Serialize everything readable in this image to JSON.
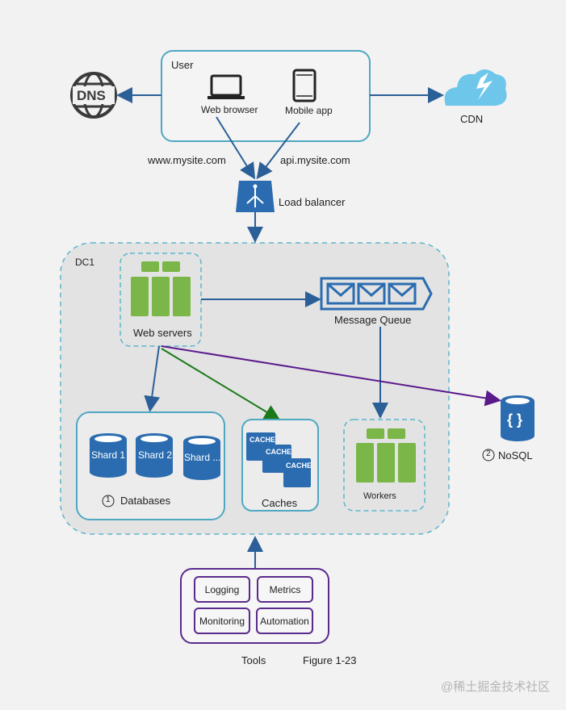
{
  "user_group": {
    "title": "User",
    "web_browser": "Web browser",
    "mobile_app": "Mobile app"
  },
  "dns": {
    "label": "DNS"
  },
  "cdn": {
    "label": "CDN"
  },
  "domains": {
    "web": "www.mysite.com",
    "api": "api.mysite.com"
  },
  "load_balancer": {
    "label": "Load balancer"
  },
  "dc": {
    "title": "DC1",
    "web_servers": "Web servers",
    "message_queue": "Message Queue",
    "databases": {
      "number": "1",
      "label": "Databases",
      "shards": [
        "Shard 1",
        "Shard 2",
        "Shard ..."
      ]
    },
    "caches": {
      "label": "Caches",
      "items": [
        "CACHE",
        "CACHE",
        "CACHE"
      ]
    },
    "workers": "Workers"
  },
  "nosql": {
    "number": "2",
    "label": "NoSQL",
    "icon_text": "{ }"
  },
  "tools": {
    "title": "Tools",
    "items": [
      "Logging",
      "Metrics",
      "Monitoring",
      "Automation"
    ]
  },
  "figure_caption": "Figure 1-23",
  "watermark": "@稀土掘金技术社区",
  "colors": {
    "accent_blue": "#2b6cb0",
    "teal_border": "#4fb0c6",
    "server_green": "#7ab648",
    "purple": "#5a2a8c",
    "green_arrow": "#1a7a1a",
    "cloud": "#6ec6ea"
  }
}
